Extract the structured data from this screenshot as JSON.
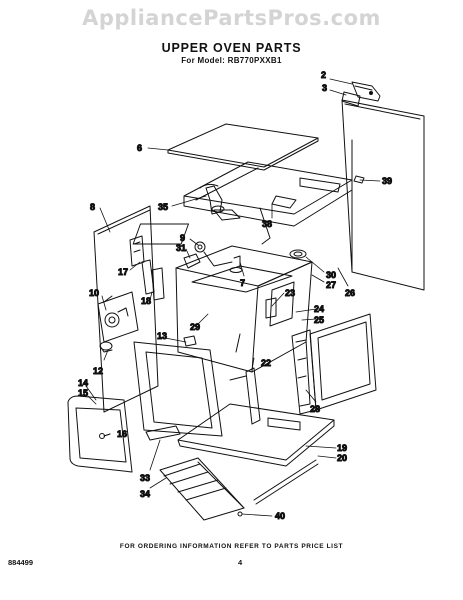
{
  "watermark": "AppliancePartsPros.com",
  "title": "UPPER OVEN PARTS",
  "model_line": "For Model: RB770PXXB1",
  "footer": {
    "ordering_note": "FOR ORDERING INFORMATION REFER TO PARTS PRICE LIST",
    "document_number": "884499",
    "page_number": "4"
  },
  "callouts": [
    {
      "id": "2"
    },
    {
      "id": "3"
    },
    {
      "id": "6"
    },
    {
      "id": "39"
    },
    {
      "id": "35"
    },
    {
      "id": "38"
    },
    {
      "id": "8"
    },
    {
      "id": "9"
    },
    {
      "id": "31"
    },
    {
      "id": "17"
    },
    {
      "id": "7"
    },
    {
      "id": "30"
    },
    {
      "id": "27"
    },
    {
      "id": "26"
    },
    {
      "id": "10"
    },
    {
      "id": "18"
    },
    {
      "id": "23"
    },
    {
      "id": "24"
    },
    {
      "id": "25"
    },
    {
      "id": "29"
    },
    {
      "id": "13"
    },
    {
      "id": "12"
    },
    {
      "id": "22"
    },
    {
      "id": "14"
    },
    {
      "id": "15"
    },
    {
      "id": "28"
    },
    {
      "id": "16"
    },
    {
      "id": "19"
    },
    {
      "id": "20"
    },
    {
      "id": "33"
    },
    {
      "id": "34"
    },
    {
      "id": "40"
    }
  ]
}
